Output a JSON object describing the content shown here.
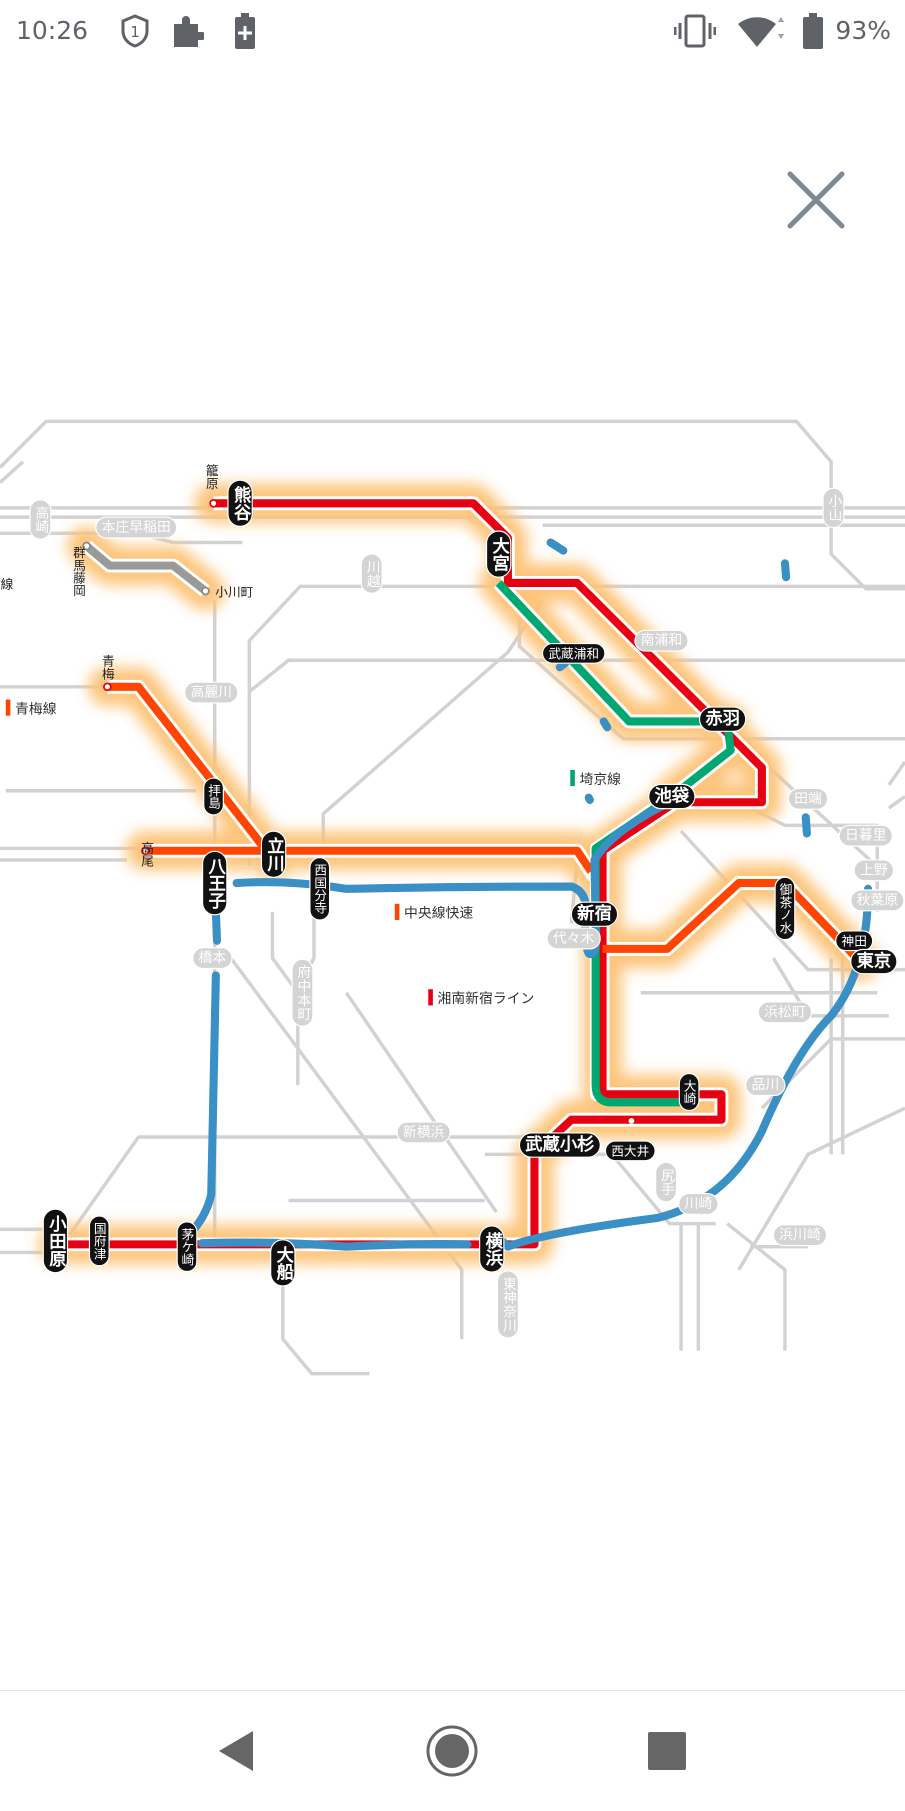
{
  "status_bar": {
    "time": "10:26",
    "notification_count": "1",
    "battery_percent": "93%"
  },
  "legend": {
    "ome": "青梅線",
    "saikyo": "埼京線",
    "chuo": "中央線快速",
    "shonan": "湘南新宿ライン"
  },
  "stations": {
    "kagohara": "籠原",
    "kumagaya": "熊谷",
    "omiya": "大宮",
    "musashiurawa": "武蔵浦和",
    "akabane": "赤羽",
    "ikebukuro": "池袋",
    "shinjuku": "新宿",
    "ochanomizu": "御茶ノ水",
    "kanda": "神田",
    "tokyo": "東京",
    "osaki": "大崎",
    "nishioi": "西大井",
    "musashikosugi": "武蔵小杉",
    "yokohama": "横浜",
    "ofuna": "大船",
    "chigasaki": "茅ケ崎",
    "kozu": "国府津",
    "odawara": "小田原",
    "hachioji": "八王子",
    "tachikawa": "立川",
    "nishikokubunji": "西国分寺",
    "haijima": "拝島",
    "ome": "青梅",
    "takao": "高尾",
    "gunmafujioka": "群馬藤岡",
    "ogawamachi": "小川町"
  },
  "other_stations": {
    "takasaki": "高崎",
    "honjowaseda": "本庄早稲田",
    "kawagoe": "川越",
    "komagawa": "高麗川",
    "minamiurawa": "南浦和",
    "oyama": "小山",
    "tabata": "田端",
    "nippori": "日暮里",
    "ueno": "上野",
    "akihabara": "秋葉原",
    "yoyogi": "代々木",
    "fuchuhonmachi": "府中本町",
    "hashimoto": "橋本",
    "hamamatsucho": "浜松町",
    "shinagawa": "品川",
    "shinyokohama": "新横浜",
    "shitte": "尻手",
    "kawasaki": "川崎",
    "hamakawasaki": "浜川崎",
    "higashikanagawa": "東神奈川",
    "line_fragment": "線"
  },
  "colors": {
    "shonan": "#e60012",
    "saikyo": "#00a870",
    "chuo": "#ff4500",
    "glow": "#fdc276",
    "drawn": "#3a8fc4",
    "network": "#cfcfcf"
  }
}
